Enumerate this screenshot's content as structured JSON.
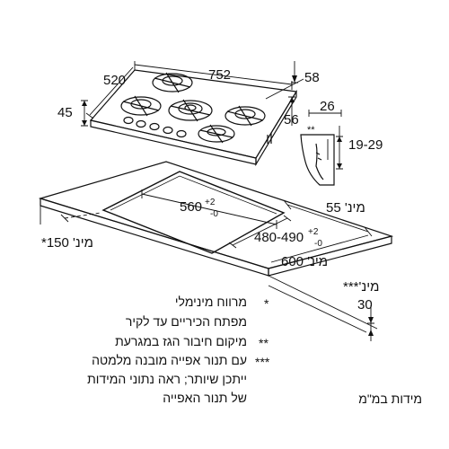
{
  "hob_dimensions": {
    "width": "752",
    "depth": "520",
    "height": "45",
    "top_right": "58",
    "side_height": "56"
  },
  "bracket_detail": {
    "top_width": "26",
    "star_mark": "**",
    "range": "19-29"
  },
  "cutout": {
    "width_value": "560",
    "width_tol_plus": "+2",
    "width_tol_minus": "-0",
    "depth_value": "480-490",
    "depth_tol_plus": "+2",
    "depth_tol_minus": "-0"
  },
  "clearances": {
    "min_55": "מינ' 55",
    "min_150": "מינ' 150*",
    "min_600": "מינ' 600",
    "min_30_label": "מינ'***",
    "min_30_value": "30"
  },
  "notes": {
    "n1_marker": "*",
    "n1_line1": "מרווח מינימלי",
    "n1_line2": "מפתח הכיריים עד לקיר",
    "n2_marker": "**",
    "n2_line1": "מיקום חיבור הגז במגרעת",
    "n3_marker": "***",
    "n3_line1": "עם תנור אפייה מובנה מלמטה",
    "n3_line2": "ייתכן שיותר; ראה נתוני המידות",
    "n3_line3": "של תנור האפייה"
  },
  "units_note": "מידות במ\"מ"
}
